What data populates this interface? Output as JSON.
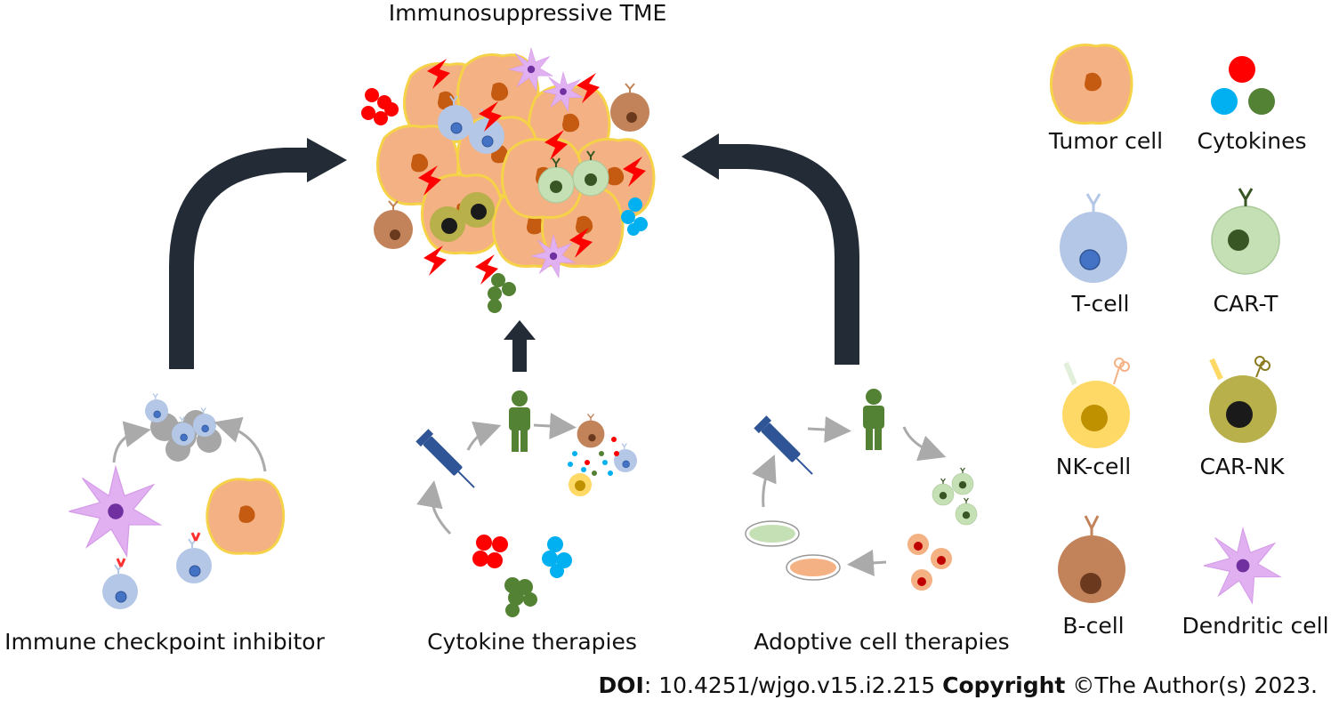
{
  "title": "Immunosuppressive TME",
  "therapies": {
    "checkpoint": "Immune checkpoint inhibitor",
    "cytokine": "Cytokine therapies",
    "adoptive": "Adoptive cell therapies"
  },
  "legend": {
    "tumor_cell": "Tumor cell",
    "cytokines": "Cytokines",
    "t_cell": "T-cell",
    "car_t": "CAR-T",
    "nk_cell": "NK-cell",
    "car_nk": "CAR-NK",
    "b_cell": "B-cell",
    "dendritic_cell": "Dendritic cell"
  },
  "footer": {
    "doi_label": "DOI",
    "doi_value": ": 10.4251/wjgo.v15.i2.215 ",
    "copyright_label": "Copyright",
    "copyright_value": " ©The Author(s) 2023."
  },
  "colors": {
    "arrow": "#222b36",
    "tumor": "#f4b183",
    "tumor_border": "#f5d247",
    "t_cell": "#b4c7e7",
    "car_t": "#c5e0b4",
    "nk_cell": "#ffd966",
    "car_nk": "#b8b04a",
    "b_cell": "#c2835a",
    "dendritic": "#e0b0f0",
    "cytokine_red": "#ff0000",
    "cytokine_blue": "#00b0f0",
    "cytokine_green": "#548235",
    "lightning": "#ff0000",
    "syringe": "#2f5597",
    "person": "#548235"
  }
}
